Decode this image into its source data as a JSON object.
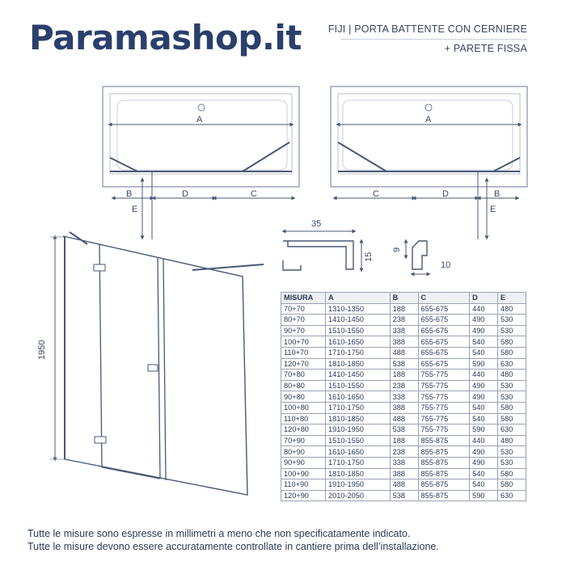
{
  "brand": {
    "name": "Paramashop.it"
  },
  "product": {
    "line1": "FIJI | PORTA BATTENTE CON CERNIERE",
    "line2": "+ PARETE FISSA"
  },
  "plan_left": {
    "a": "A",
    "b": "B",
    "c": "C",
    "d": "D",
    "e": "E"
  },
  "plan_right": {
    "a": "A",
    "b": "B",
    "c": "C",
    "d": "D",
    "e": "E"
  },
  "profile_large": {
    "width": "35",
    "height": "15"
  },
  "profile_small": {
    "width": "10",
    "height": "9"
  },
  "elevation": {
    "height": "1950"
  },
  "table": {
    "headers": [
      "MISURA",
      "A",
      "B",
      "C",
      "D",
      "E"
    ],
    "rows": [
      [
        "70+70",
        "1310-1350",
        "188",
        "655-675",
        "440",
        "480"
      ],
      [
        "80+70",
        "1410-1450",
        "238",
        "655-675",
        "490",
        "530"
      ],
      [
        "90+70",
        "1510-1550",
        "338",
        "655-675",
        "490",
        "530"
      ],
      [
        "100+70",
        "1610-1650",
        "388",
        "655-675",
        "540",
        "580"
      ],
      [
        "110+70",
        "1710-1750",
        "488",
        "655-675",
        "540",
        "580"
      ],
      [
        "120+70",
        "1810-1850",
        "538",
        "655-675",
        "590",
        "630"
      ],
      [
        "70+80",
        "1410-1450",
        "188",
        "755-775",
        "440",
        "480"
      ],
      [
        "80+80",
        "1510-1550",
        "238",
        "755-775",
        "490",
        "530"
      ],
      [
        "90+80",
        "1610-1650",
        "338",
        "755-775",
        "490",
        "530"
      ],
      [
        "100+80",
        "1710-1750",
        "388",
        "755-775",
        "540",
        "580"
      ],
      [
        "110+80",
        "1810-1850",
        "488",
        "755-775",
        "540",
        "580"
      ],
      [
        "120+80",
        "1910-1950",
        "538",
        "755-775",
        "590",
        "630"
      ],
      [
        "70+90",
        "1510-1550",
        "188",
        "855-875",
        "440",
        "480"
      ],
      [
        "80+90",
        "1610-1650",
        "238",
        "855-875",
        "490",
        "530"
      ],
      [
        "90+90",
        "1710-1750",
        "338",
        "855-875",
        "490",
        "530"
      ],
      [
        "100+90",
        "1810-1850",
        "388",
        "855-875",
        "540",
        "580"
      ],
      [
        "110+90",
        "1910-1950",
        "488",
        "855-875",
        "540",
        "580"
      ],
      [
        "120+90",
        "2010-2050",
        "538",
        "855-875",
        "590",
        "630"
      ]
    ]
  },
  "notes": {
    "line1": "Tutte le misure sono espresse in millimetri a meno che non specificatamente indicato.",
    "line2": "Tutte le misure devono essere accuratamente controllate in cantiere prima dell’installazione."
  },
  "colors": {
    "brand": "#2b3f6c",
    "text": "#2b3a55",
    "line": "#5a6a86"
  }
}
